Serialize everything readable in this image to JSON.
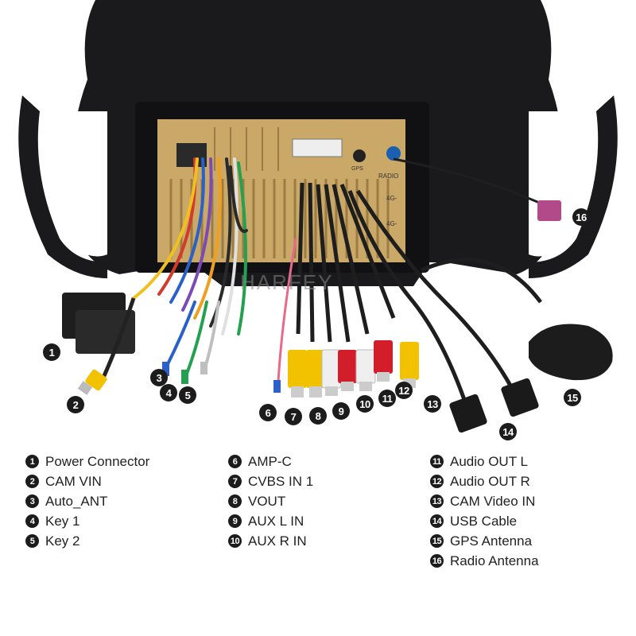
{
  "watermark": "HARFEY",
  "panel_labels": {
    "gps": "GPS",
    "radio": "RADIO",
    "port_4g_1": "4G-",
    "port_4g_2": "4G-"
  },
  "legend": [
    {
      "num": "1",
      "label": "Power Connector"
    },
    {
      "num": "2",
      "label": "CAM VIN"
    },
    {
      "num": "3",
      "label": "Auto_ANT"
    },
    {
      "num": "4",
      "label": "Key 1"
    },
    {
      "num": "5",
      "label": "Key 2"
    },
    {
      "num": "6",
      "label": "AMP-C"
    },
    {
      "num": "7",
      "label": "CVBS IN 1"
    },
    {
      "num": "8",
      "label": "VOUT"
    },
    {
      "num": "9",
      "label": "AUX L IN"
    },
    {
      "num": "10",
      "label": "AUX R IN"
    },
    {
      "num": "11",
      "label": "Audio OUT L"
    },
    {
      "num": "12",
      "label": "Audio OUT R"
    },
    {
      "num": "13",
      "label": "CAM Video IN"
    },
    {
      "num": "14",
      "label": "USB Cable"
    },
    {
      "num": "15",
      "label": "GPS Antenna"
    },
    {
      "num": "16",
      "label": "Radio Antenna"
    }
  ],
  "colors": {
    "bezel": "#1a1a1c",
    "chassis": "#c9a868",
    "badge": "#1c1c1c"
  }
}
